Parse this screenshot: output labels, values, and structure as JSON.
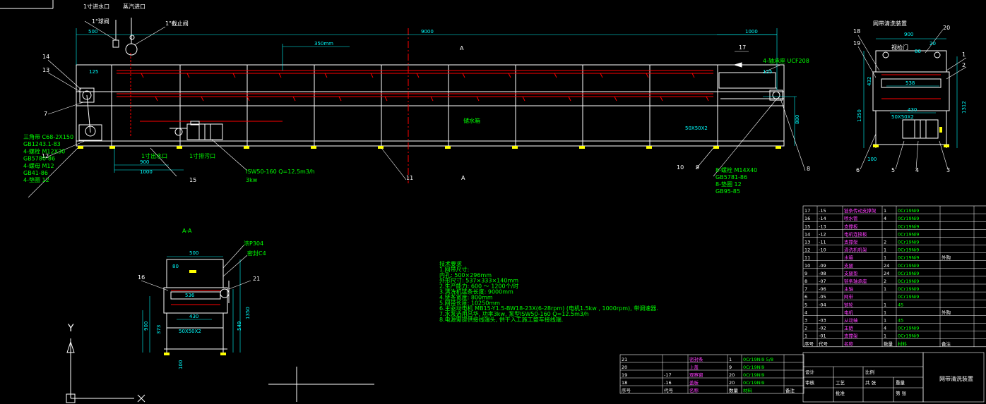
{
  "colors": {
    "background": "#000000",
    "frame": "#ffffff",
    "dimension": "#00ffff",
    "label": "#00ff00",
    "pipe": "#ff0000",
    "annotation": "#ffff00",
    "table_text": "#ff40ff"
  },
  "main_view": {
    "top_labels": {
      "inlet_1": "1寸进水口",
      "inlet_2": "蒸汽进口",
      "valve_1": "1\"球阀",
      "valve_2": "1\"截止阀"
    },
    "dims": {
      "d500": "500",
      "d125": "125",
      "d9000": "9000",
      "d1000": "1000",
      "d125b": "125",
      "d350": "350mm",
      "d900": "900",
      "d1000b": "1000",
      "d880": "880",
      "d50x50": "50X50X2"
    },
    "section_marks": {
      "a_top": "A",
      "a_bottom": "A"
    },
    "callouts": {
      "c14": "14",
      "c13": "13",
      "c7": "7",
      "c12": "12",
      "c15": "15",
      "c11": "11",
      "c10": "10",
      "c9": "9",
      "c8": "8",
      "c17": "17"
    },
    "left_notes": [
      "三角带 C68-2X150",
      "GB1243.1-83",
      "4-螺栓 M12X30",
      "GB5780-86",
      "4-螺母 M12",
      "GB41-86",
      "4-垫圈 12"
    ],
    "pump_note": [
      "ISW50-160 Q=12.5m3/h",
      "3kw"
    ],
    "right_notes": [
      "8-螺栓 M14X40",
      "GB5781-86",
      "8-垫圈 12",
      "GB95-85"
    ],
    "bearing_note": "4-轴承座 UCF208",
    "inner_labels": {
      "outlet": "1寸出水口",
      "drain": "1寸排污口",
      "tank": "储水箱"
    }
  },
  "side_view": {
    "title": "网带清洗装置",
    "label_door": "视检门",
    "dims": {
      "d900": "900",
      "d80": "80",
      "d20": "20",
      "d538": "538",
      "d430": "430",
      "d432": "432",
      "d1350": "1350",
      "d1312": "1312",
      "d100": "100",
      "d50x50": "50X50X2"
    },
    "callouts": [
      "18",
      "19",
      "20",
      "1",
      "2",
      "3",
      "4",
      "5",
      "6"
    ]
  },
  "section_view": {
    "title": "A-A",
    "notes": [
      "浓P304",
      "密封C4"
    ],
    "dims": {
      "d500": "500",
      "d80": "80",
      "d536": "536",
      "d430": "430",
      "d900": "900",
      "d1350": "1350",
      "d549": "549",
      "d373": "373",
      "d50x50": "50X50X2",
      "d100": "100"
    },
    "callouts": [
      "16",
      "21"
    ]
  },
  "tech_notes": {
    "title": "技术要求",
    "lines": [
      "1.网带尺寸:",
      "   内孔: 500×296mm",
      "   外形尺寸: 537×333×140mm",
      "2.生产能力:   600 ～ 1200个/时",
      "3.清洗机链条长度: 9000mm",
      "4.链条宽度: 800mm",
      "5.网带长度: 10250mm",
      "6.主驱动电机   MB15-Y1.5-BW18-23X(6-28rpm) (电机1.5kw , 1000rpm), 带调速器.",
      "7.水泵选用吕华, 功率3kw, 泵型ISW50-160 Q=12.5m3/h",
      "8.电源需提供接线端头, 供干入工施工整车接线端."
    ]
  },
  "parts_table": {
    "rows": [
      [
        "17",
        "-15",
        "链条传动支撑架",
        "1",
        "0Cr19Ni9",
        ""
      ],
      [
        "16",
        "-14",
        "喷水管",
        "4",
        "0Cr19Ni9",
        ""
      ],
      [
        "15",
        "-13",
        "支撑板",
        "",
        "0Cr19Ni9",
        ""
      ],
      [
        "14",
        "-12",
        "电机连接板",
        "",
        "0Cr19Ni9",
        ""
      ],
      [
        "13",
        "-11",
        "支撑架",
        "2",
        "0Cr19Ni9",
        ""
      ],
      [
        "12",
        "-10",
        "清洗机机架",
        "1",
        "0Cr19Ni9",
        ""
      ],
      [
        "11",
        "",
        "水箱",
        "1",
        "0Cr19Ni9",
        "外购"
      ],
      [
        "10",
        "-09",
        "支腿",
        "24",
        "0Cr19Ni9",
        ""
      ],
      [
        "9",
        "-08",
        "支腿垫",
        "24",
        "0Cr19Ni9",
        ""
      ],
      [
        "8",
        "-07",
        "链条轴承座",
        "2",
        "0Cr19Ni9",
        ""
      ],
      [
        "7",
        "-06",
        "主轴",
        "1",
        "0Cr19Ni9",
        ""
      ],
      [
        "6",
        "-05",
        "网带",
        "",
        "0Cr19Ni9",
        ""
      ],
      [
        "5",
        "-04",
        "链轮",
        "1",
        "45",
        ""
      ],
      [
        "4",
        "",
        "电机",
        "1",
        "",
        "外购"
      ],
      [
        "3",
        "-03",
        "从动轴",
        "1",
        "45",
        ""
      ],
      [
        "2",
        "-02",
        "主链",
        "4",
        "0Cr19Ni9",
        ""
      ],
      [
        "1",
        "-01",
        "支撑架",
        "1",
        "0Cr19Ni9",
        ""
      ]
    ],
    "header": [
      "序号",
      "代号",
      "名称",
      "数量",
      "材料",
      "备注"
    ]
  },
  "parts_table_lower": {
    "rows": [
      [
        "21",
        "",
        "密封条",
        "1",
        "0Cr19Ni9 5/8",
        ""
      ],
      [
        "20",
        "",
        "上盖",
        "9",
        "0Cr19Ni9",
        ""
      ],
      [
        "19",
        "-17",
        "观察窗",
        "20",
        "0Cr19Ni9",
        ""
      ],
      [
        "18",
        "-16",
        "盖板",
        "20",
        "0Cr19Ni9",
        ""
      ]
    ],
    "header": [
      "序号",
      "代号",
      "名称",
      "数量",
      "材料",
      "备注"
    ]
  },
  "title_block": {
    "drawing_name": "网带清洗装置",
    "cells": [
      "设计",
      "审核",
      "工艺",
      "批准",
      "比例",
      "重量",
      "共 张",
      "第 张"
    ]
  },
  "axis": {
    "y_label": "Y",
    "x_label": "X"
  }
}
